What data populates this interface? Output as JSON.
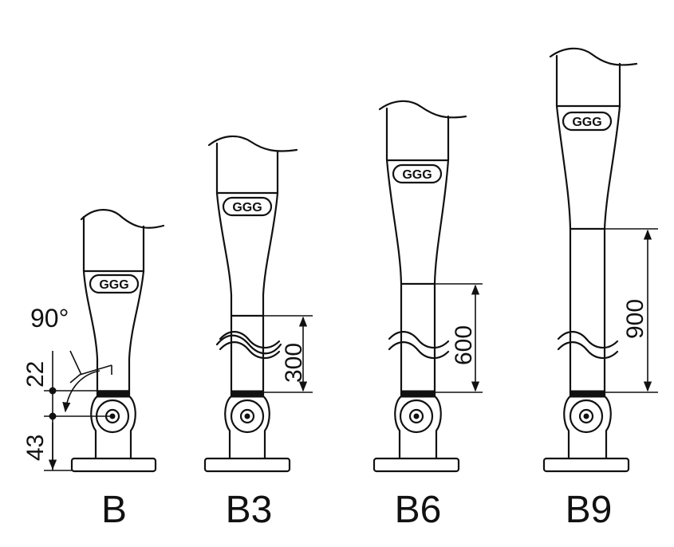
{
  "models": [
    {
      "label": "B",
      "dims": {
        "angle": "90°",
        "upper": "22",
        "lower": "43"
      }
    },
    {
      "label": "B3",
      "dims": {
        "extension": "300"
      }
    },
    {
      "label": "B6",
      "dims": {
        "extension": "600"
      }
    },
    {
      "label": "B9",
      "dims": {
        "extension": "900"
      }
    }
  ],
  "logo_text": "GGG"
}
